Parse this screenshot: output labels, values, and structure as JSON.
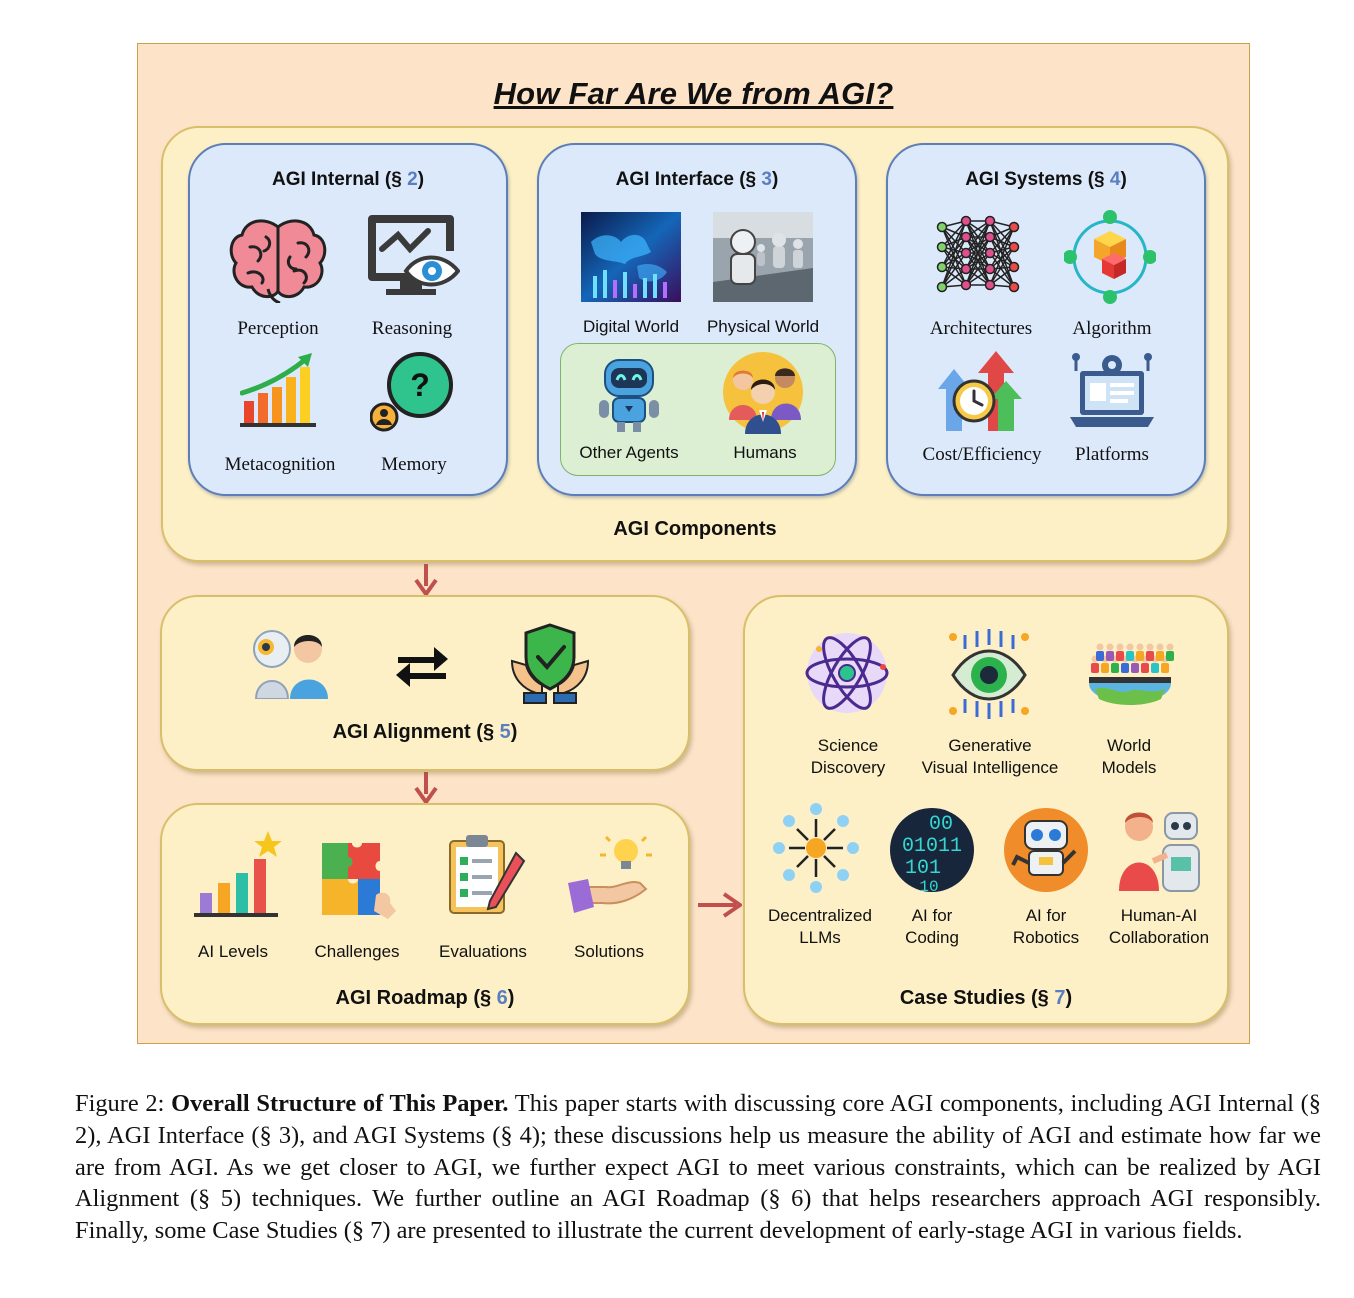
{
  "title": "How Far Are We from AGI?",
  "components": {
    "label": "AGI Components",
    "internal": {
      "title": "AGI Internal",
      "section": "2",
      "items": [
        "Perception",
        "Reasoning",
        "Metacognition",
        "Memory"
      ]
    },
    "interface": {
      "title": "AGI Interface",
      "section": "3",
      "items": [
        "Digital World",
        "Physical World",
        "Other Agents",
        "Humans"
      ]
    },
    "systems": {
      "title": "AGI Systems",
      "section": "4",
      "items": [
        "Architectures",
        "Algorithm",
        "Cost/Efficiency",
        "Platforms"
      ]
    }
  },
  "alignment": {
    "title": "AGI Alignment",
    "section": "5"
  },
  "roadmap": {
    "title": "AGI Roadmap",
    "section": "6",
    "items": [
      "AI Levels",
      "Challenges",
      "Evaluations",
      "Solutions"
    ]
  },
  "case_studies": {
    "title": "Case Studies",
    "section": "7",
    "items": [
      {
        "line1": "Science",
        "line2": "Discovery"
      },
      {
        "line1": "Generative",
        "line2": "Visual Intelligence"
      },
      {
        "line1": "World",
        "line2": "Models"
      },
      {
        "line1": "Decentralized",
        "line2": "LLMs"
      },
      {
        "line1": "AI for",
        "line2": "Coding"
      },
      {
        "line1": "AI for",
        "line2": "Robotics"
      },
      {
        "line1": "Human-AI",
        "line2": "Collaboration"
      }
    ]
  },
  "section_sign": "§",
  "icon_glyphs": {
    "question": "?",
    "binary": [
      "00",
      "01011",
      "101",
      "10"
    ]
  },
  "caption": {
    "label": "Figure 2:",
    "bold": "Overall Structure of This Paper.",
    "text": "This paper starts with discussing core AGI components, including AGI Internal (§ 2), AGI Interface (§ 3), and AGI Systems (§ 4); these discussions help us measure the ability of AGI and estimate how far we are from AGI. As we get closer to AGI, we further expect AGI to meet various constraints, which can be realized by AGI Alignment (§ 5) techniques. We further outline an AGI Roadmap (§ 6) that helps researchers approach AGI responsibly. Finally, some Case Studies (§ 7) are presented to illustrate the current development of early-stage AGI in various fields."
  },
  "colors": {
    "frame": "#fde3c8",
    "panel": "#fdf0c6",
    "subpanel": "#dce9fb",
    "green_box": "#dcefd3",
    "arrow": "#c0504d",
    "section_number": "#5a7fc0"
  }
}
